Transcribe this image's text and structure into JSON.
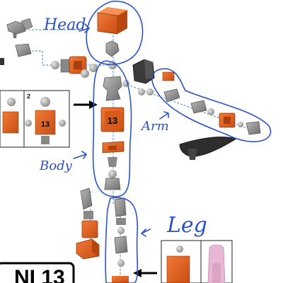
{
  "labels": {
    "head": "Head",
    "arm": "Arm",
    "body": "Body",
    "leg": "Leg"
  },
  "inset": {
    "panel_number": "2",
    "block_number": "13"
  },
  "body_block_number": "13",
  "footer_title": "NI 13",
  "colors": {
    "annotation_ink": "#2a52c9",
    "part_orange": "#e8611e",
    "part_grey": "#8a8a8a",
    "part_dark": "#3a3a3a",
    "inset_pink": "#e9b7d6"
  }
}
